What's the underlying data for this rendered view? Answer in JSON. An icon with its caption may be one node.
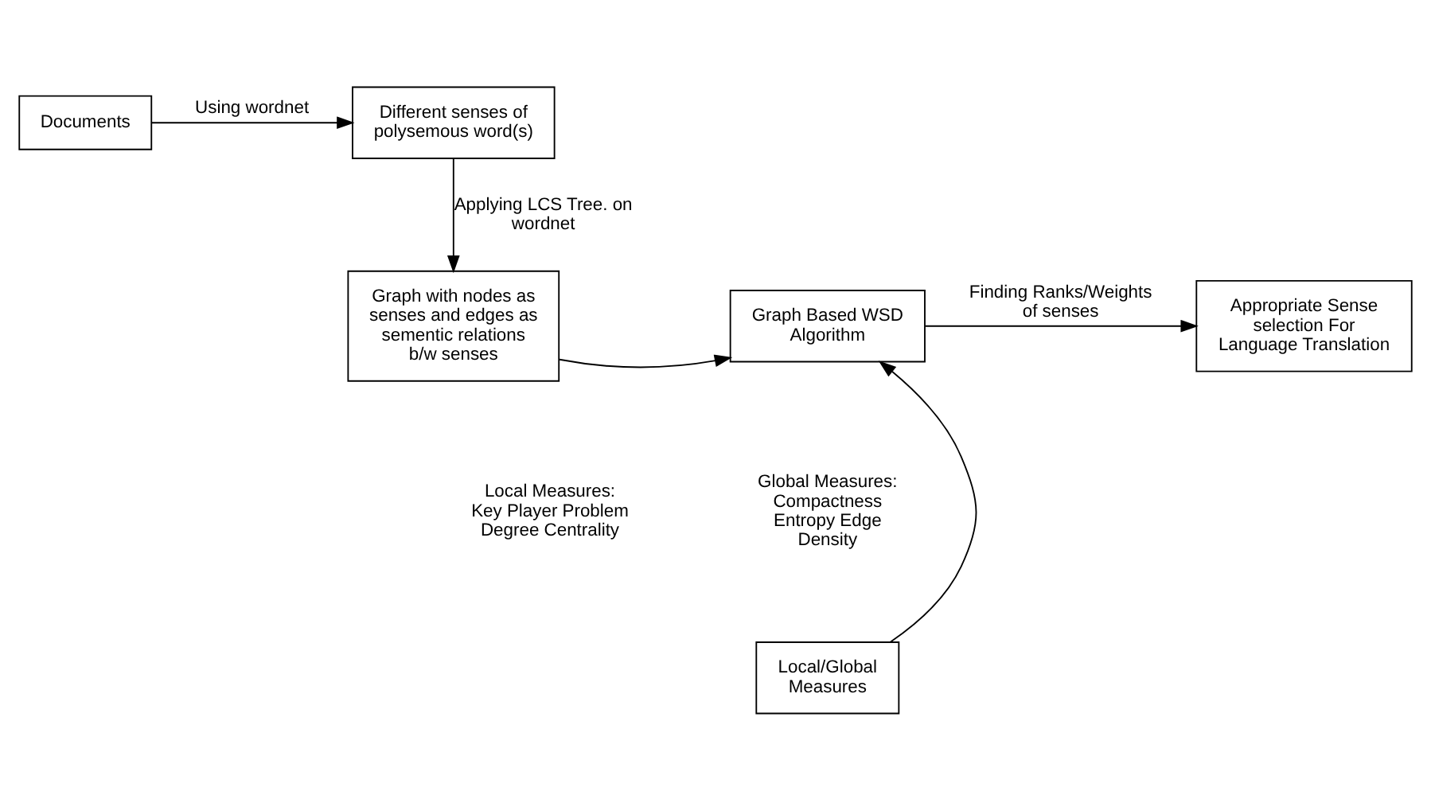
{
  "diagram": {
    "nodes": [
      {
        "text": [
          "Documents"
        ]
      },
      {
        "text": [
          "Different senses of polysemous word(s)"
        ]
      },
      {
        "text": [
          "Graph with nodes as senses and edges as sementic relations b/w senses"
        ]
      },
      {
        "text": [
          "Graph Based WSD Algorithm"
        ]
      },
      {
        "text": [
          "Appropriate Sense selection For Language Translation"
        ]
      },
      {
        "text": [
          "Local/Global Measures"
        ]
      }
    ],
    "edges": [
      {
        "from": 0,
        "to": 1,
        "arrow": "to",
        "label": "Using wordnet"
      },
      {
        "from": 1,
        "to": 2,
        "arrow": "to",
        "label": "Applying LCS Tree. on wordnet"
      },
      {
        "from": 2,
        "to": 3,
        "arrow": "to"
      },
      {
        "from": 3,
        "to": 4,
        "arrow": "to",
        "label": "Finding Ranks/Weights of senses"
      },
      {
        "from": 5,
        "to": 3,
        "arrow": "to"
      }
    ],
    "labels": [
      "Local Measures: Key Player Problem Degree Centrality",
      "Global Measures: Compactness Entropy Edge Density"
    ]
  }
}
